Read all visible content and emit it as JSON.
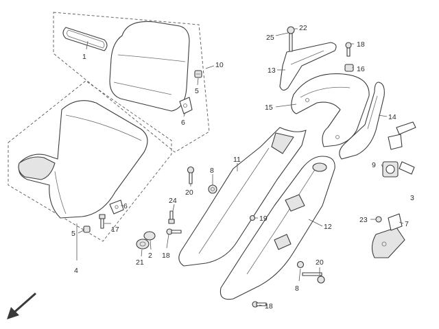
{
  "callouts": [
    {
      "id": "c1",
      "label": "1"
    },
    {
      "id": "c10",
      "label": "10"
    },
    {
      "id": "c5a",
      "label": "5"
    },
    {
      "id": "c6a",
      "label": "6"
    },
    {
      "id": "c4",
      "label": "4"
    },
    {
      "id": "c5b",
      "label": "5"
    },
    {
      "id": "c17",
      "label": "17"
    },
    {
      "id": "c6b",
      "label": "6"
    },
    {
      "id": "c25",
      "label": "25"
    },
    {
      "id": "c22",
      "label": "22"
    },
    {
      "id": "c18a",
      "label": "18"
    },
    {
      "id": "c13",
      "label": "13"
    },
    {
      "id": "c16",
      "label": "16"
    },
    {
      "id": "c15",
      "label": "15"
    },
    {
      "id": "c14",
      "label": "14"
    },
    {
      "id": "c11",
      "label": "11"
    },
    {
      "id": "c8a",
      "label": "8"
    },
    {
      "id": "c20a",
      "label": "20"
    },
    {
      "id": "c24",
      "label": "24"
    },
    {
      "id": "c9",
      "label": "9"
    },
    {
      "id": "c3",
      "label": "3"
    },
    {
      "id": "c19",
      "label": "19"
    },
    {
      "id": "c12",
      "label": "12"
    },
    {
      "id": "c23",
      "label": "23"
    },
    {
      "id": "c7",
      "label": "7"
    },
    {
      "id": "c21",
      "label": "21"
    },
    {
      "id": "c2",
      "label": "2"
    },
    {
      "id": "c18b",
      "label": "18"
    },
    {
      "id": "c20b",
      "label": "20"
    },
    {
      "id": "c8b",
      "label": "8"
    },
    {
      "id": "c18c",
      "label": "18"
    }
  ],
  "icons": {
    "direction_arrow": "arrow-down-left-icon"
  },
  "colors": {
    "line": "#3a3a3a",
    "fill_light": "#e4e4e4",
    "fill_dark": "#9a9a9a"
  }
}
